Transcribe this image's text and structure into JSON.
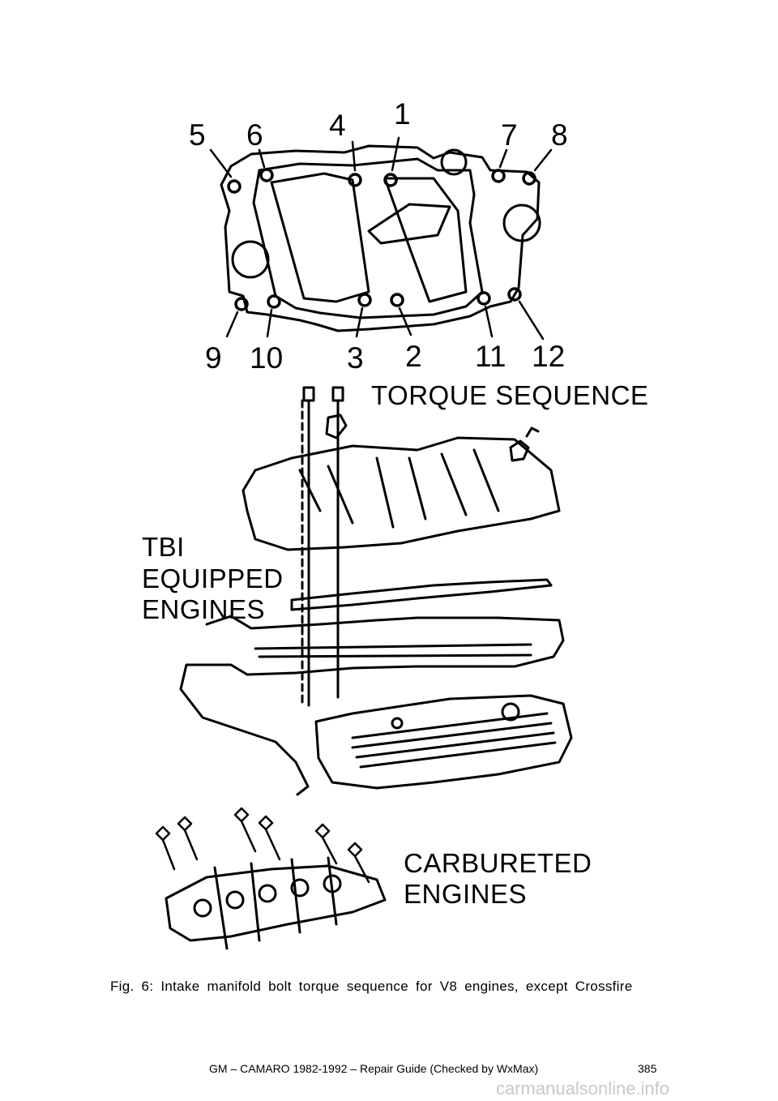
{
  "figure": {
    "sequence_numbers": [
      "5",
      "6",
      "4",
      "1",
      "7",
      "8",
      "9",
      "10",
      "3",
      "2",
      "11",
      "12"
    ],
    "torque_label": "TORQUE SEQUENCE",
    "tbi_label_line1": "TBI",
    "tbi_label_line2": "EQUIPPED",
    "tbi_label_line3": "ENGINES",
    "carb_label_line1": "CARBURETED",
    "carb_label_line2": "ENGINES"
  },
  "caption": "Fig. 6: Intake manifold bolt torque sequence for V8 engines, except Crossfire",
  "footer": {
    "title": "GM – CAMARO 1982-1992 – Repair Guide (Checked by WxMax)",
    "page_number": "385"
  },
  "watermark": "carmanualsonline.info"
}
